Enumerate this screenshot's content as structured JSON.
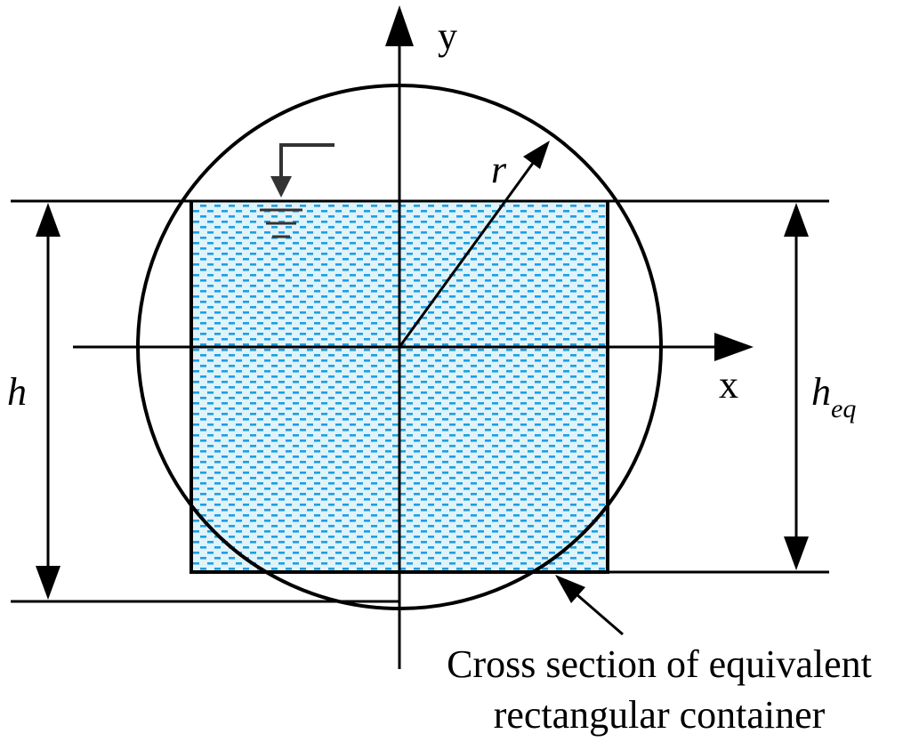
{
  "axes": {
    "y_label": "y",
    "x_label": "x"
  },
  "labels": {
    "radius": "r",
    "height": "h",
    "equivalent_height_base": "h",
    "equivalent_height_sub": "eq",
    "callout_line1": "Cross section of equivalent",
    "callout_line2": "rectangular container"
  },
  "colors": {
    "stroke": "#000000",
    "fluid_fill": "#dff3fb",
    "fluid_pattern": "#1e9fe0",
    "water_symbol": "#333333"
  }
}
